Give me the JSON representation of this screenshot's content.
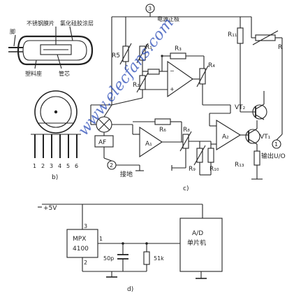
{
  "part_a": {
    "label_stainless_diaphragm": "不锈钢膜片",
    "label_silicone_coating": "氯化硅胶涂层",
    "label_lead": "脚",
    "label_plastic_seat": "塑料座",
    "label_core": "管芯"
  },
  "part_b": {
    "pins": [
      "1",
      "2",
      "3",
      "4",
      "5",
      "6"
    ],
    "caption": "b)"
  },
  "part_c": {
    "power_node": "3",
    "power_label": "电源正极",
    "ground_node": "2",
    "ground_label": "接地",
    "output_node": "1",
    "output_label": "输出U/O",
    "bridge_label": "AF",
    "resistors": {
      "r1": "R₁",
      "r2": "R₂",
      "r3": "R₃",
      "r4": "R₄",
      "r5": "R5",
      "r6": "R₆",
      "r8": "R₈",
      "r9": "R₉",
      "r10": "R₁₀",
      "r11": "R₁₁",
      "r13": "R₁₃",
      "rt": "R"
    },
    "amps": {
      "a1": "A₁",
      "a2": "A₂"
    },
    "transistors": {
      "vt1": "VT₁",
      "vt2": "VT₂"
    },
    "caption": "c)"
  },
  "part_d": {
    "supply": "+5V",
    "sensor_line1": "MPX",
    "sensor_line2": "4100",
    "pin3": "3",
    "pin1": "1",
    "pin2": "2",
    "capacitor": "50p",
    "resistor": "51k",
    "mcu_line1": "A/D",
    "mcu_line2": "单片机",
    "caption": "d)"
  },
  "watermark": "www.elecfans.com"
}
